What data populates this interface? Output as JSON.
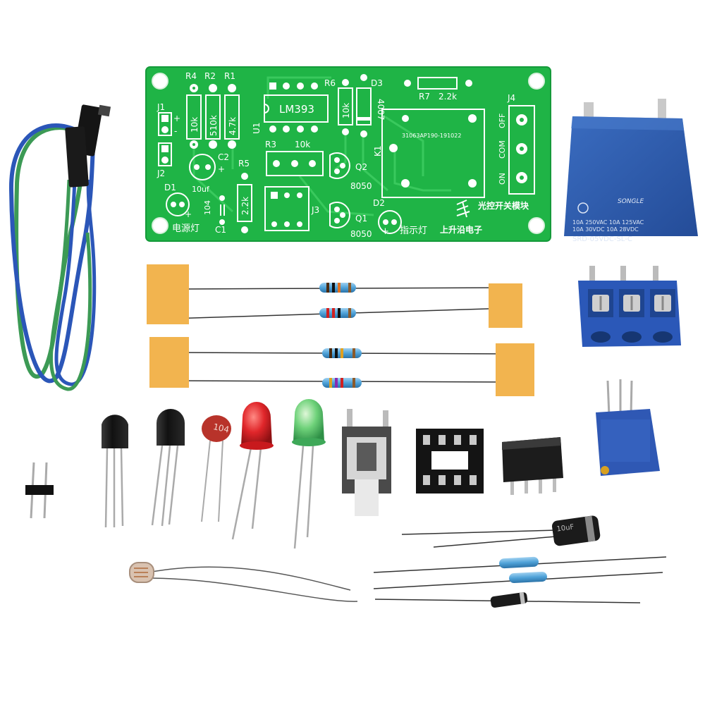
{
  "pcb": {
    "refs": {
      "r4": "R4",
      "r2": "R2",
      "r1": "R1",
      "r6": "R6",
      "d3": "D3",
      "r7": "R7",
      "r3": "R3",
      "r5": "R5",
      "j1": "J1",
      "j2": "J2",
      "j3": "J3",
      "j4": "J4",
      "u1": "U1",
      "k1": "K1",
      "c1": "C1",
      "c2": "C2",
      "d1": "D1",
      "d2": "D2",
      "q1": "Q1",
      "q2": "Q2"
    },
    "values": {
      "r4": "10k",
      "r2": "510k",
      "r1": "4.7k",
      "r6": "10k",
      "d3": "4007",
      "r7": "2.2k",
      "r3": "10k",
      "r5": "2.2k",
      "c2": "10uf",
      "c1": "104",
      "q1": "8050",
      "q2": "8050"
    },
    "ic": "LM393",
    "relay_footprint": "31063AP190-191022",
    "j4_pins": {
      "off": "OFF",
      "com": "COM",
      "on": "ON"
    },
    "cn": {
      "module": "光控开关模块",
      "company": "上升沿电子",
      "power_led": "电源灯",
      "indicator_led": "指示灯"
    },
    "polarity": {
      "plus": "+",
      "minus": "-"
    }
  },
  "relay": {
    "brand": "SONGLE",
    "spec1": "10A 250VAC 10A 125VAC",
    "spec2": "10A 30VDC 10A 28VDC",
    "model": "SRD-05VDC-SL-C"
  },
  "parts": {
    "cap104": "104",
    "elcap": "10uF"
  },
  "colors": {
    "pcb": "#1fb446",
    "relay": "#2d5cae",
    "terminal": "#2b58b8",
    "tape": "#f2b44f",
    "wire_blue": "#2b56b8",
    "wire_green": "#3c9a55",
    "led_red": "#e0262a",
    "led_green": "#53c26a"
  }
}
